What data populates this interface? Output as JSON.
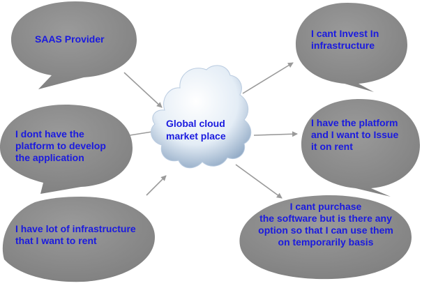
{
  "center": {
    "label": "Global cloud\nmarket place"
  },
  "bubbles": {
    "saas": "SAAS Provider",
    "no_platform": "I dont have the\nplatform to develop\nthe application",
    "infra_rent": "I have lot of infrastructure\nthat I want to rent",
    "cant_invest": "I cant Invest In\ninfrastructure",
    "platform_rent": "I have the platform\nand I want to Issue\nit on rent",
    "cant_purchase": "I cant purchase\nthe software but is there any\noption so that I can use them\non temporarily basis"
  },
  "colors": {
    "bubble_fill": "#868686",
    "text": "#1a1adf",
    "arrow": "#9a9a9a"
  }
}
